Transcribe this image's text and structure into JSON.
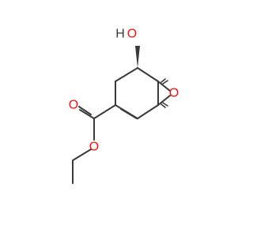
{
  "diagram": {
    "type": "skeletal-structure",
    "atom_labels": {
      "hydroxyl_h": "H",
      "hydroxyl_o": "O",
      "epoxide_o": "O",
      "carbonyl_o": "O",
      "ester_o": "O"
    },
    "colors": {
      "bond": "#3a3a3a",
      "oxygen": "#ff0d0d",
      "background": "#ffffff"
    }
  }
}
